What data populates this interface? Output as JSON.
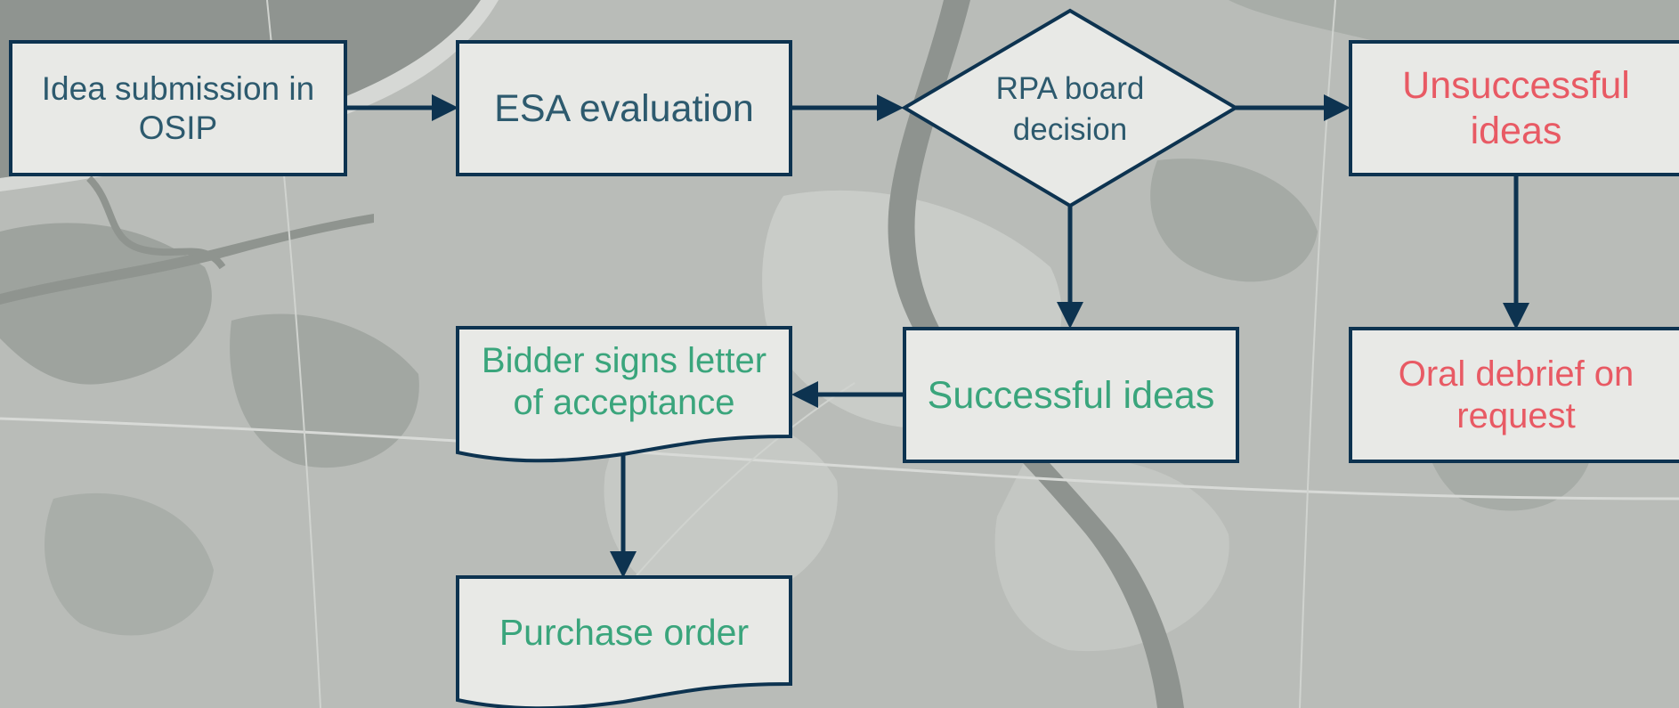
{
  "colors": {
    "stroke": "#0d3350",
    "box_fill": "#e8e9e6",
    "text_neutral": "#2d5a6e",
    "text_success": "#3aa57c",
    "text_fail": "#e85a64"
  },
  "nodes": {
    "idea_submission": "Idea submission in OSIP",
    "esa_evaluation": "ESA evaluation",
    "rpa_decision": "RPA board decision",
    "unsuccessful_ideas": "Unsuccessful ideas",
    "oral_debrief": "Oral debrief on request",
    "successful_ideas": "Successful ideas",
    "bidder_signs": "Bidder signs letter of acceptance",
    "purchase_order": "Purchase order"
  }
}
